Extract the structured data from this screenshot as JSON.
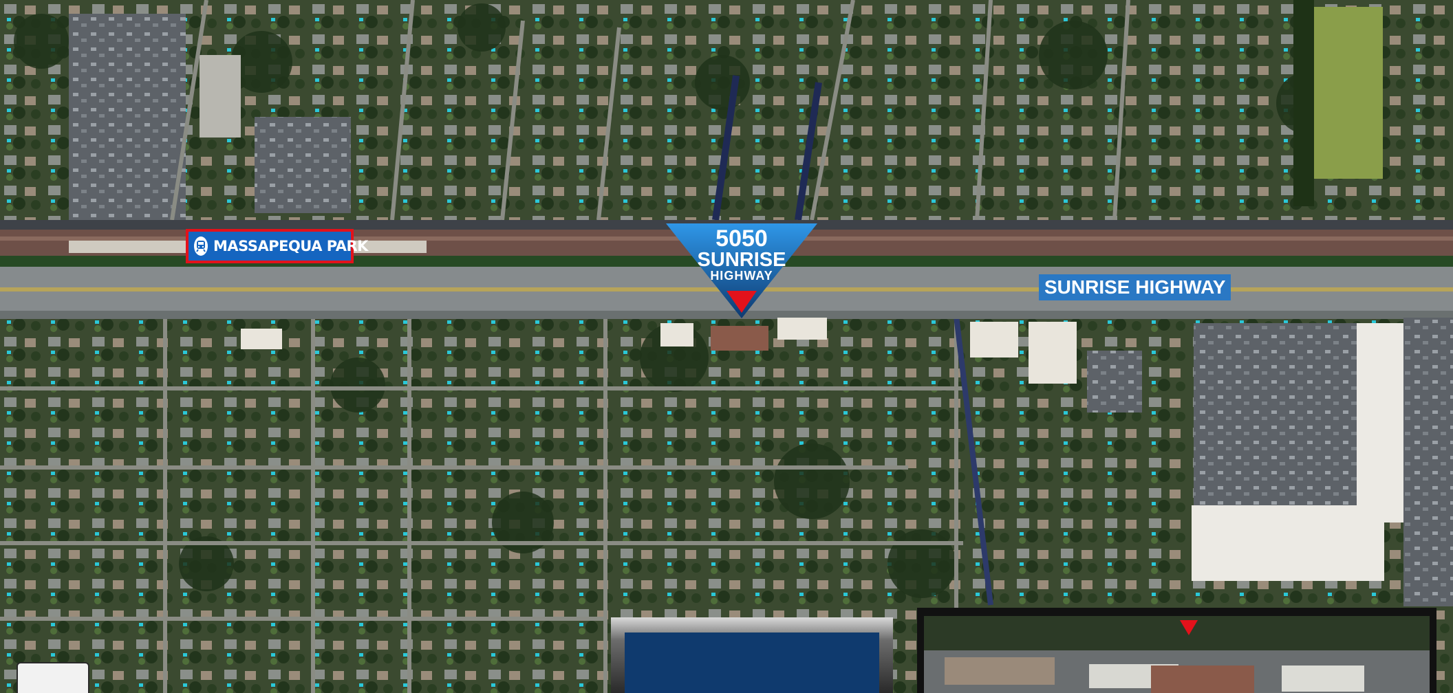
{
  "station": {
    "name": "MASSAPEQUA PARK",
    "icon": "train-icon"
  },
  "highway": {
    "label": "SUNRISE HIGHWAY"
  },
  "marker": {
    "number": "5050",
    "line2": "SUNRISE",
    "line3": "HIGHWAY",
    "icon": "location-triangle-icon"
  },
  "colors": {
    "marker_blue": "#1e7fd4",
    "marker_red": "#e3121b",
    "station_border": "#e3121b",
    "label_blue": "#2a78c4"
  }
}
